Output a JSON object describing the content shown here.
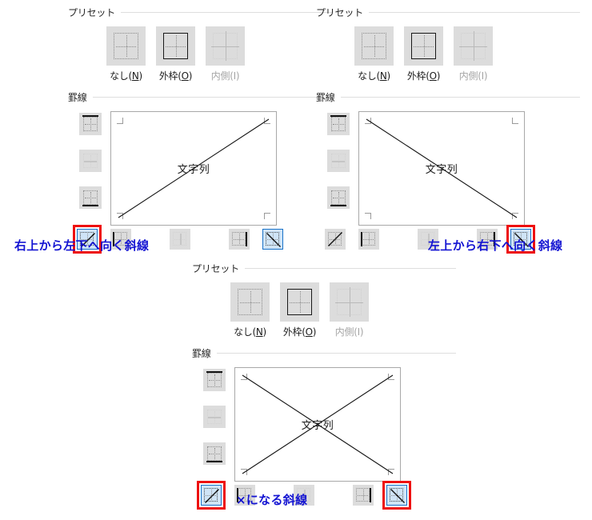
{
  "panels": [
    {
      "id": "top-left",
      "preset": {
        "title": "プリセット",
        "buttons": [
          {
            "label_main": "なし",
            "accel": "N",
            "accel_underlined": true,
            "state": "normal",
            "icon": "preset-none-icon"
          },
          {
            "label_main": "外枠",
            "accel": "O",
            "accel_underlined": true,
            "state": "normal",
            "icon": "preset-outline-icon"
          },
          {
            "label_main": "内側",
            "accel": "I",
            "accel_underlined": false,
            "state": "disabled",
            "icon": "preset-inside-icon"
          }
        ]
      },
      "border": {
        "title": "罫線",
        "preview_text": "文字列",
        "preview_diagonal": "up",
        "side_buttons": [
          {
            "icon": "border-top-icon",
            "state": "normal"
          },
          {
            "icon": "border-middle-horizontal-icon",
            "state": "disabled"
          },
          {
            "icon": "border-bottom-icon",
            "state": "normal"
          }
        ],
        "bottom_buttons": [
          {
            "icon": "border-diagonal-up-icon",
            "state": "selected",
            "highlight": true
          },
          {
            "icon": "border-left-icon",
            "state": "normal",
            "highlight": false
          },
          {
            "icon": "border-middle-vertical-icon",
            "state": "disabled",
            "highlight": false
          },
          {
            "icon": "border-right-icon",
            "state": "normal",
            "highlight": false
          },
          {
            "icon": "border-diagonal-down-icon",
            "state": "selected",
            "highlight": false
          }
        ]
      },
      "caption": "右上から左下へ向く斜線"
    },
    {
      "id": "top-right",
      "preset": {
        "title": "プリセット",
        "buttons": [
          {
            "label_main": "なし",
            "accel": "N",
            "accel_underlined": true,
            "state": "normal",
            "icon": "preset-none-icon"
          },
          {
            "label_main": "外枠",
            "accel": "O",
            "accel_underlined": true,
            "state": "normal",
            "icon": "preset-outline-icon"
          },
          {
            "label_main": "内側",
            "accel": "I",
            "accel_underlined": false,
            "state": "disabled",
            "icon": "preset-inside-icon"
          }
        ]
      },
      "border": {
        "title": "罫線",
        "preview_text": "文字列",
        "preview_diagonal": "down",
        "side_buttons": [
          {
            "icon": "border-top-icon",
            "state": "normal"
          },
          {
            "icon": "border-middle-horizontal-icon",
            "state": "disabled"
          },
          {
            "icon": "border-bottom-icon",
            "state": "normal"
          }
        ],
        "bottom_buttons": [
          {
            "icon": "border-diagonal-up-icon",
            "state": "normal",
            "highlight": false
          },
          {
            "icon": "border-left-icon",
            "state": "normal",
            "highlight": false
          },
          {
            "icon": "border-middle-vertical-icon",
            "state": "disabled",
            "highlight": false
          },
          {
            "icon": "border-right-icon",
            "state": "normal",
            "highlight": false
          },
          {
            "icon": "border-diagonal-down-icon",
            "state": "selected",
            "highlight": true
          }
        ]
      },
      "caption": "左上から右下へ向く斜線"
    },
    {
      "id": "bottom-center",
      "preset": {
        "title": "プリセット",
        "buttons": [
          {
            "label_main": "なし",
            "accel": "N",
            "accel_underlined": true,
            "state": "normal",
            "icon": "preset-none-icon"
          },
          {
            "label_main": "外枠",
            "accel": "O",
            "accel_underlined": true,
            "state": "normal",
            "icon": "preset-outline-icon"
          },
          {
            "label_main": "内側",
            "accel": "I",
            "accel_underlined": false,
            "state": "disabled",
            "icon": "preset-inside-icon"
          }
        ]
      },
      "border": {
        "title": "罫線",
        "preview_text": "文字列",
        "preview_diagonal": "both",
        "side_buttons": [
          {
            "icon": "border-top-icon",
            "state": "normal"
          },
          {
            "icon": "border-middle-horizontal-icon",
            "state": "disabled"
          },
          {
            "icon": "border-bottom-icon",
            "state": "normal"
          }
        ],
        "bottom_buttons": [
          {
            "icon": "border-diagonal-up-icon",
            "state": "selected",
            "highlight": true
          },
          {
            "icon": "border-left-icon",
            "state": "normal",
            "highlight": false
          },
          {
            "icon": "border-middle-vertical-icon",
            "state": "disabled",
            "highlight": false
          },
          {
            "icon": "border-right-icon",
            "state": "normal",
            "highlight": false
          },
          {
            "icon": "border-diagonal-down-icon",
            "state": "selected",
            "highlight": true
          }
        ]
      },
      "caption": "×になる斜線"
    }
  ],
  "colors": {
    "caption_text": "#1414d2",
    "highlight_box": "#ee1111",
    "selection_border": "#1972c8",
    "selection_fill": "#cfe4f7",
    "button_face": "#dcdcdc"
  }
}
